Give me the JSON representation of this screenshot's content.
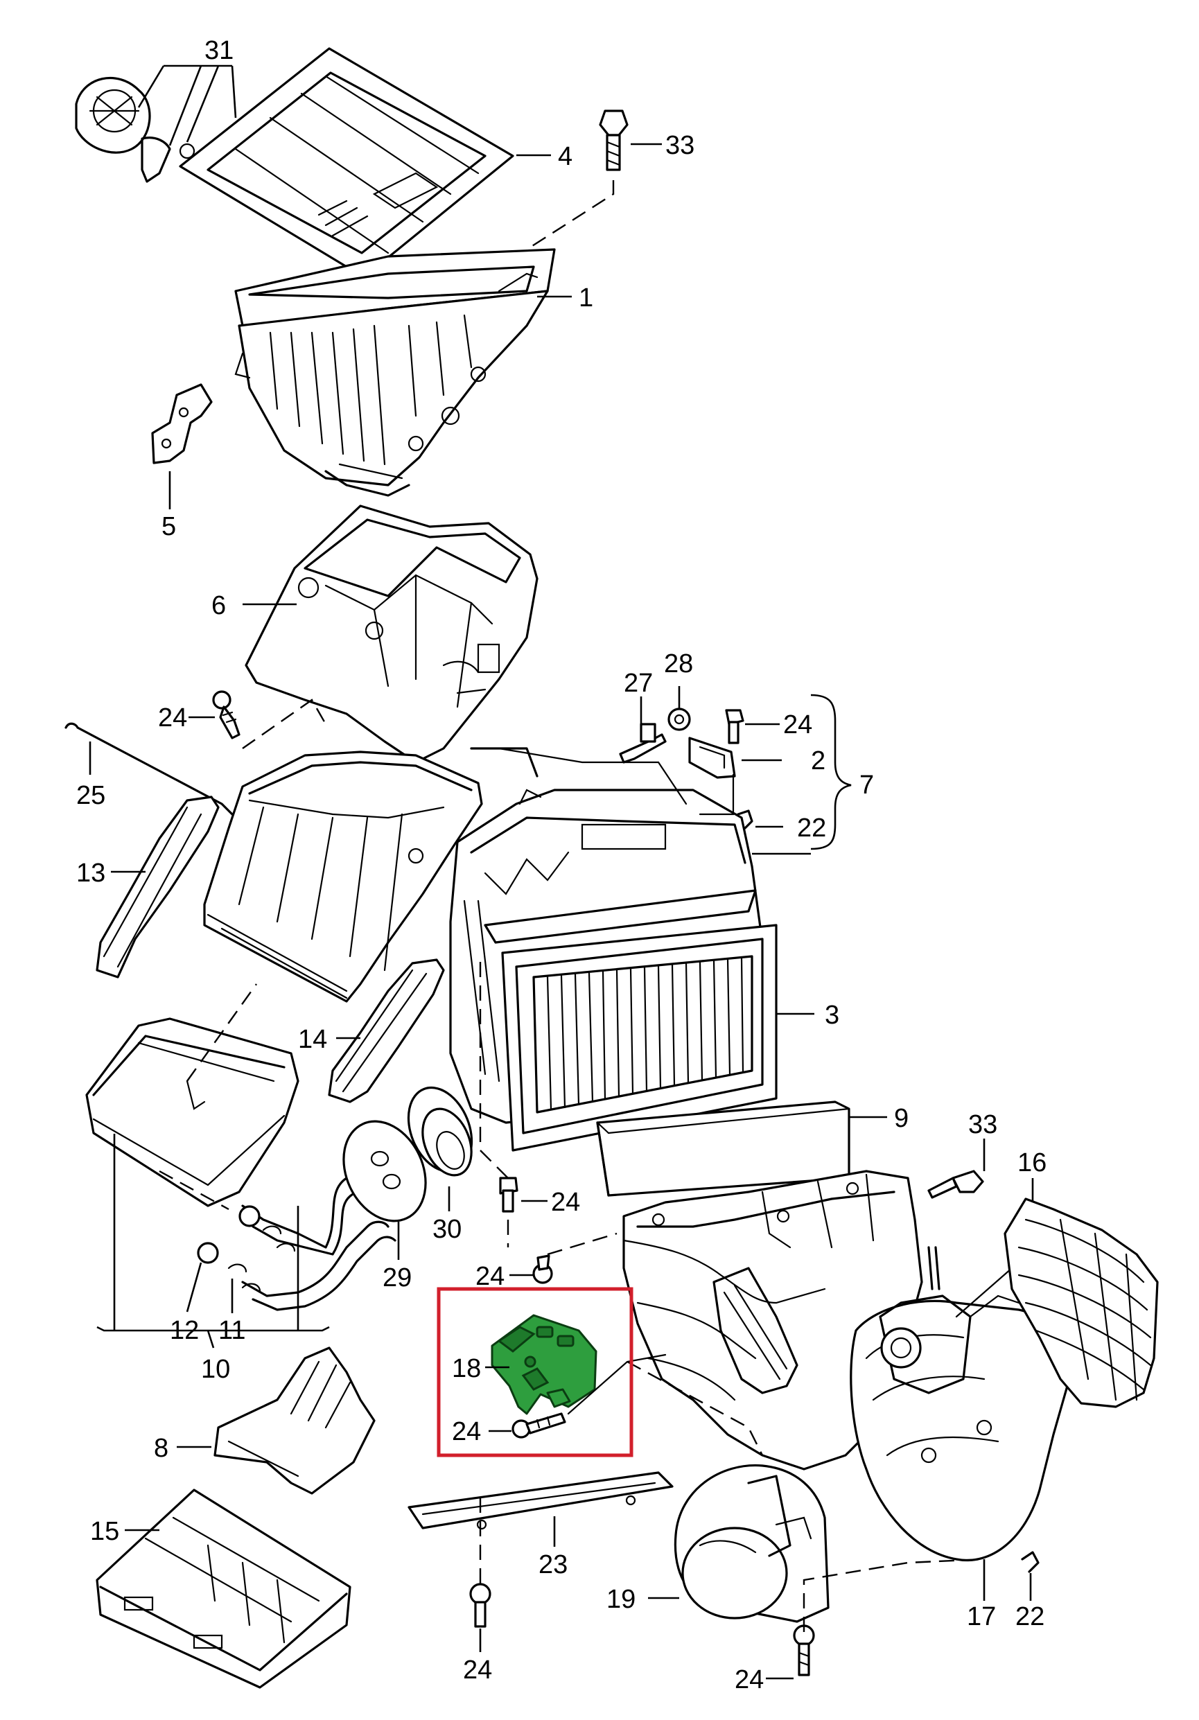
{
  "callouts": {
    "c1": "1",
    "c2": "2",
    "c3": "3",
    "c4": "4",
    "c5": "5",
    "c6": "6",
    "c7": "7",
    "c8": "8",
    "c9": "9",
    "c10": "10",
    "c11": "11",
    "c12": "12",
    "c13": "13",
    "c14": "14",
    "c15": "15",
    "c16": "16",
    "c17": "17",
    "c18": "18",
    "c19": "19",
    "c22a": "22",
    "c22b": "22",
    "c23": "23",
    "c24a": "24",
    "c24b": "24",
    "c24c": "24",
    "c24d": "24",
    "c24e": "24",
    "c24f": "24",
    "c24g": "24",
    "c25": "25",
    "c27": "27",
    "c28": "28",
    "c29": "29",
    "c30": "30",
    "c31": "31",
    "c33a": "33",
    "c33b": "33"
  },
  "highlight": {
    "part_color": "#2e9e3e",
    "box_color": "#d21f2b"
  }
}
